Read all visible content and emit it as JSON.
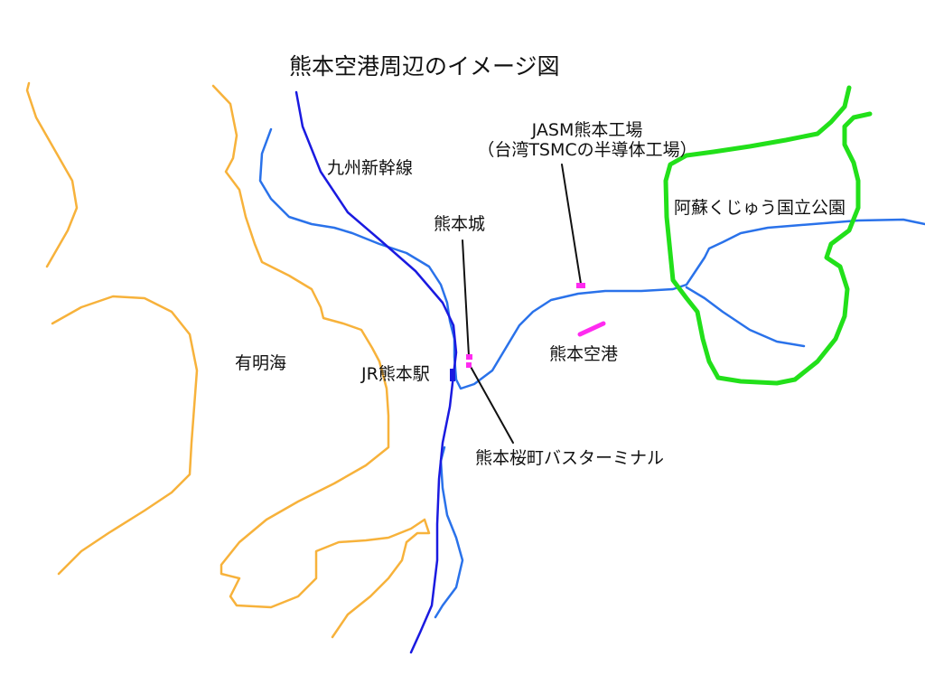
{
  "title": "熊本空港周辺のイメージ図",
  "labels": {
    "shinkansen": "九州新幹線",
    "jasm_line1": "JASM熊本工場",
    "jasm_line2": "（台湾TSMCの半導体工場）",
    "aso": "阿蘇くじゅう国立公園",
    "castle": "熊本城",
    "ariake": "有明海",
    "jr_station": "JR熊本駅",
    "airport": "熊本空港",
    "bus_terminal": "熊本桜町バスターミナル"
  },
  "colors": {
    "coast": "#f7b23b",
    "shinkansen": "#1a1ae0",
    "river": "#2a72ea",
    "park": "#22e01a",
    "marker": "#ff2bf0",
    "leader": "#111111"
  }
}
